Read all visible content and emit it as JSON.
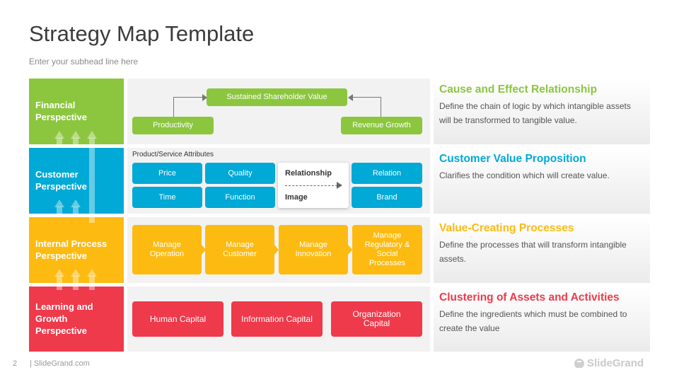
{
  "header": {
    "title": "Strategy Map Template",
    "subtitle": "Enter your subhead line here"
  },
  "colors": {
    "green": "#8cc63f",
    "blue": "#00a9d6",
    "yellow": "#fdbb11",
    "red": "#ee3a4b"
  },
  "perspectives": [
    {
      "label": "Financial Perspective",
      "heading": "Cause and Effect Relationship",
      "text": "Define the chain of logic by which intangible assets will be transformed  to tangible  value."
    },
    {
      "label": "Customer Perspective",
      "heading": "Customer Value Proposition",
      "text": "Clarifies the condition  which will create value."
    },
    {
      "label": "Internal Process Perspective",
      "heading": "Value-Creating Processes",
      "text": "Define the processes  that will transform intangible  assets."
    },
    {
      "label": "Learning and Growth Perspective",
      "heading": "Clustering of Assets and Activities",
      "text": "Define the ingredients  which must be combined to create the value"
    }
  ],
  "financial": {
    "top": "Sustained Shareholder Value",
    "left": "Productivity",
    "right": "Revenue Growth"
  },
  "customer": {
    "caption": "Product/Service Attributes",
    "price": "Price",
    "quality": "Quality",
    "relationship": "Relationship",
    "relation": "Relation",
    "time": "Time",
    "function": "Function",
    "image": "Image",
    "brand": "Brand"
  },
  "internal": {
    "p1": "Manage Operation",
    "p2": "Manage Customer",
    "p3": "Manage Innovation",
    "p4": "Manage Regulatory & Social Processes"
  },
  "learning": {
    "c1": "Human Capital",
    "c2": "Information Capital",
    "c3": "Organization Capital"
  },
  "footer": {
    "page_number": "2",
    "site": "| SlideGrand.com",
    "logo": "SlideGrand"
  }
}
